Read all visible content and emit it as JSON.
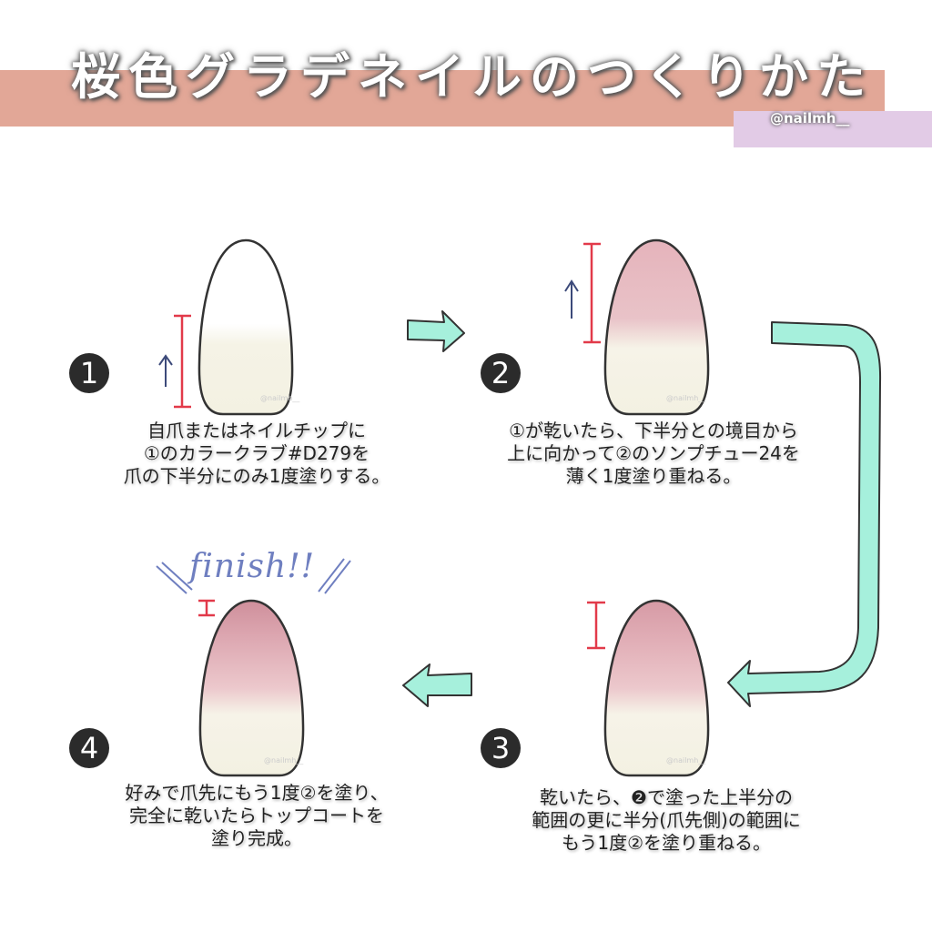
{
  "header": {
    "title": "桜色グラデネイルのつくりかた",
    "handle": "@nailmh__"
  },
  "steps": [
    {
      "number": "1",
      "lines": [
        "自爪またはネイルチップに",
        "①のカラークラブ#D279を",
        "爪の下半分にのみ1度塗りする。"
      ]
    },
    {
      "number": "2",
      "lines": [
        "①が乾いたら、下半分との境目から",
        "上に向かって②のソンプチュー24を",
        "薄く1度塗り重ねる。"
      ]
    },
    {
      "number": "3",
      "lines": [
        "乾いたら、❷で塗った上半分の",
        "範囲の更に半分(爪先側)の範囲に",
        "もう1度②を塗り重ねる。"
      ]
    },
    {
      "number": "4",
      "lines": [
        "好みで爪先にもう1度②を塗り、",
        "完全に乾いたらトップコートを",
        "塗り完成。"
      ]
    }
  ],
  "finish_label": "finish!!",
  "watermark": "@nailmh__",
  "colors": {
    "band": "#e2a797",
    "accent_purple": "#e2cbe6",
    "arrow": "#a6f0dc",
    "marker": "#e23a4a",
    "pink": "#dba6b0",
    "base": "#f5f3e6"
  }
}
